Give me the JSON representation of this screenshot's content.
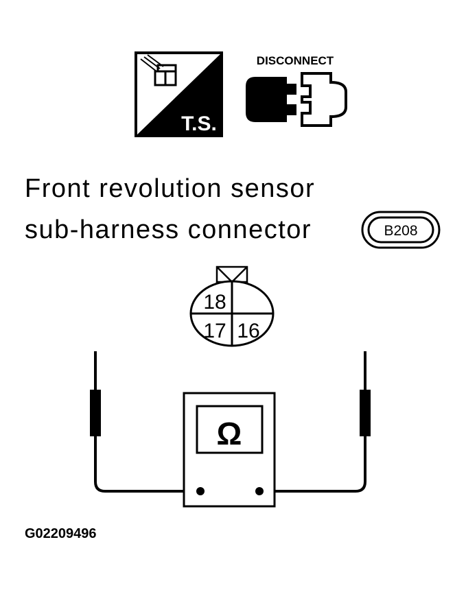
{
  "icons": {
    "ts_label": "T.S.",
    "disconnect_label": "DISCONNECT",
    "ts_icon": "test-symbol-icon",
    "disconnect_icon": "disconnect-connector-icon"
  },
  "title": {
    "line1": "Front revolution sensor",
    "line2": "sub-harness connector",
    "connector_code": "B208"
  },
  "connector": {
    "pins": [
      "18",
      "17",
      "16"
    ]
  },
  "meter": {
    "symbol": "Ω",
    "icon": "ohmmeter-icon"
  },
  "figure_code": "G02209496",
  "colors": {
    "ink": "#000000",
    "paper": "#ffffff"
  }
}
